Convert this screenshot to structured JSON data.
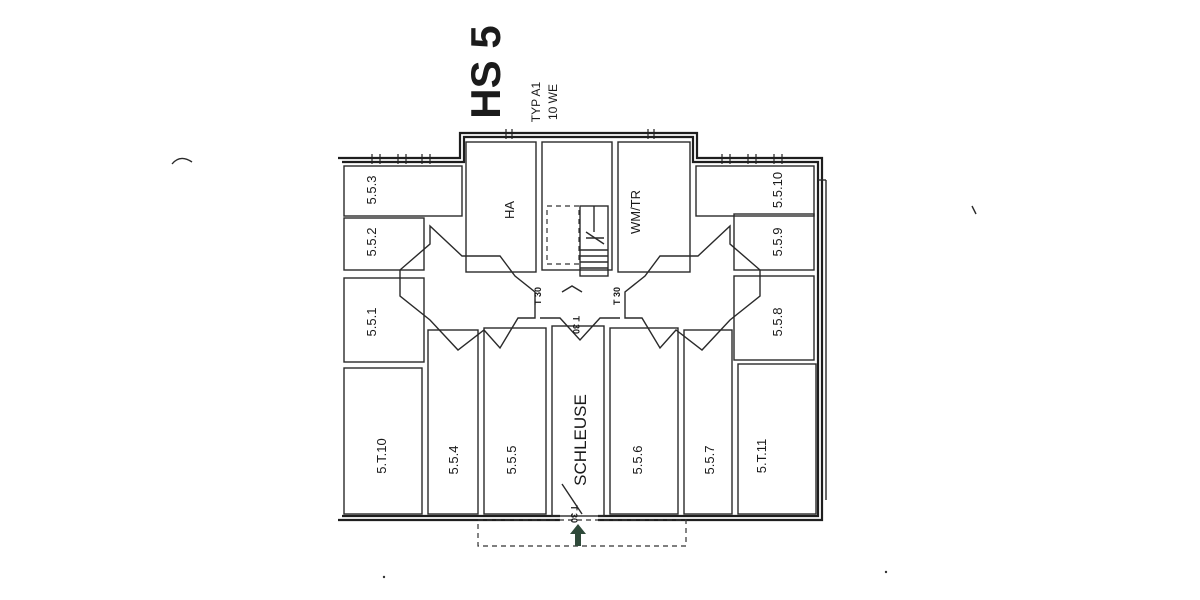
{
  "header": {
    "title": "HS 5",
    "type": "TYP A1",
    "units": "10 WE"
  },
  "rooms": {
    "r553": "5.5.3",
    "r552": "5.5.2",
    "r551": "5.5.1",
    "ha": "HA",
    "wmtr": "WM/TR",
    "r5510": "5.5.10",
    "r559": "5.5.9",
    "r558": "5.5.8",
    "r5t10": "5.T.10",
    "r554": "5.5.4",
    "r555": "5.5.5",
    "schleuse": "SCHLEUSE",
    "r556": "5.5.6",
    "r557": "5.5.7",
    "r5t11": "5.T.11"
  },
  "doors": {
    "left": "T 30",
    "right": "T 30",
    "center": "T 30",
    "entry": "T 30"
  },
  "icons": {
    "entry_arrow": "up-arrow-icon"
  },
  "colors": {
    "ink": "#1e1e1e",
    "arrow": "#2f4a3a"
  }
}
